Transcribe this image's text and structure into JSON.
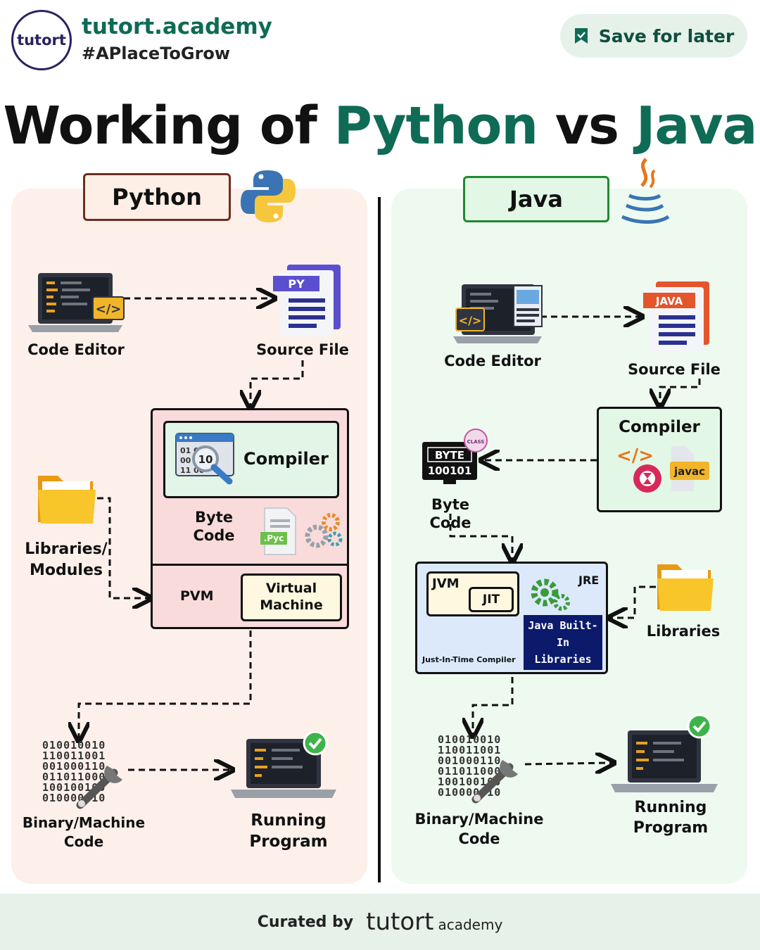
{
  "brand": {
    "logo_text": "tutort",
    "name": "tutort.academy",
    "tagline": "#APlaceToGrow",
    "save_label": "Save for later"
  },
  "title": {
    "part1": "Working of ",
    "python": "Python",
    "vs": " vs ",
    "java": "Java"
  },
  "python": {
    "heading": "Python",
    "code_editor": "Code Editor",
    "source_file": "Source File",
    "py_badge": "PY",
    "compiler": "Compiler",
    "byte_code": "Byte Code",
    "pyc_badge": ".Pyc",
    "libraries": "Libraries/ Modules",
    "pvm": "PVM",
    "virtual_machine": "Virtual Machine",
    "binary": "Binary/Machine Code",
    "running": "Running Program"
  },
  "java": {
    "heading": "Java",
    "code_editor": "Code Editor",
    "source_file": "Source File",
    "java_badge": "JAVA",
    "compiler": "Compiler",
    "javac": "javac",
    "byte_icon_top": "BYTE",
    "byte_icon_bottom": "100101",
    "class_badge": "CLASS",
    "byte_code": "Byte Code",
    "jvm": "JVM",
    "jit": "JIT",
    "jre": "JRE",
    "jit_caption": "Just-In-Time Compiler",
    "builtin_libs": "Java Built-In Libraries",
    "libraries": "Libraries",
    "binary": "Binary/Machine Code",
    "running": "Running Program"
  },
  "binary_rows": [
    "010010010",
    "110011001",
    "001000110",
    "011011000",
    "100100100",
    "010000010"
  ],
  "footer": {
    "curated_by": "Curated by",
    "logo_word": "tutort",
    "logo_sub": "academy"
  },
  "colors": {
    "brand_green": "#0f6b55",
    "python_panel": "#fdf0ea",
    "java_panel": "#eefaf0"
  }
}
